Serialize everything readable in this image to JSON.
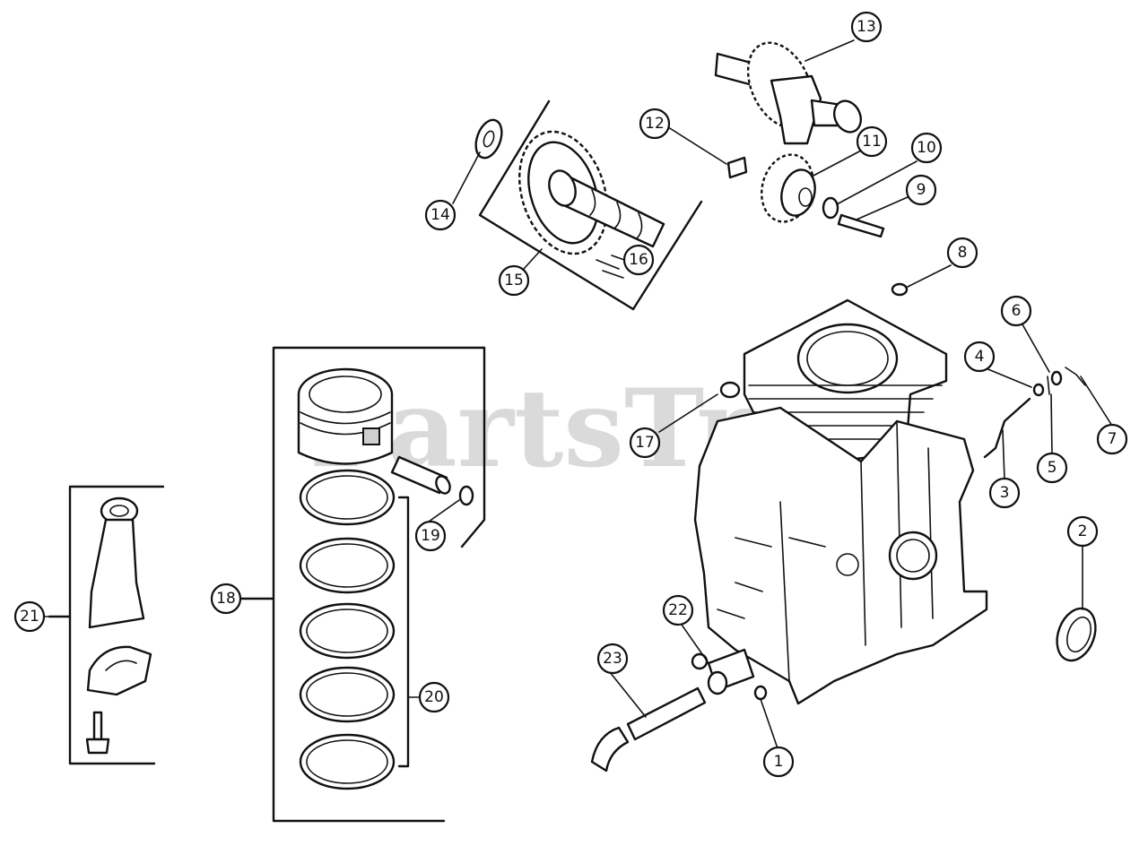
{
  "watermark": "PartsTree",
  "callouts": [
    {
      "id": "c1",
      "label": "1"
    },
    {
      "id": "c2",
      "label": "2"
    },
    {
      "id": "c3",
      "label": "3"
    },
    {
      "id": "c4",
      "label": "4"
    },
    {
      "id": "c5",
      "label": "5"
    },
    {
      "id": "c6",
      "label": "6"
    },
    {
      "id": "c7",
      "label": "7"
    },
    {
      "id": "c8",
      "label": "8"
    },
    {
      "id": "c9",
      "label": "9"
    },
    {
      "id": "c10",
      "label": "10"
    },
    {
      "id": "c11",
      "label": "11"
    },
    {
      "id": "c12",
      "label": "12"
    },
    {
      "id": "c13",
      "label": "13"
    },
    {
      "id": "c14",
      "label": "14"
    },
    {
      "id": "c15",
      "label": "15"
    },
    {
      "id": "c16",
      "label": "16"
    },
    {
      "id": "c17",
      "label": "17"
    },
    {
      "id": "c18",
      "label": "18"
    },
    {
      "id": "c19",
      "label": "19"
    },
    {
      "id": "c20",
      "label": "20"
    },
    {
      "id": "c21",
      "label": "21"
    },
    {
      "id": "c22",
      "label": "22"
    },
    {
      "id": "c23",
      "label": "23"
    }
  ]
}
